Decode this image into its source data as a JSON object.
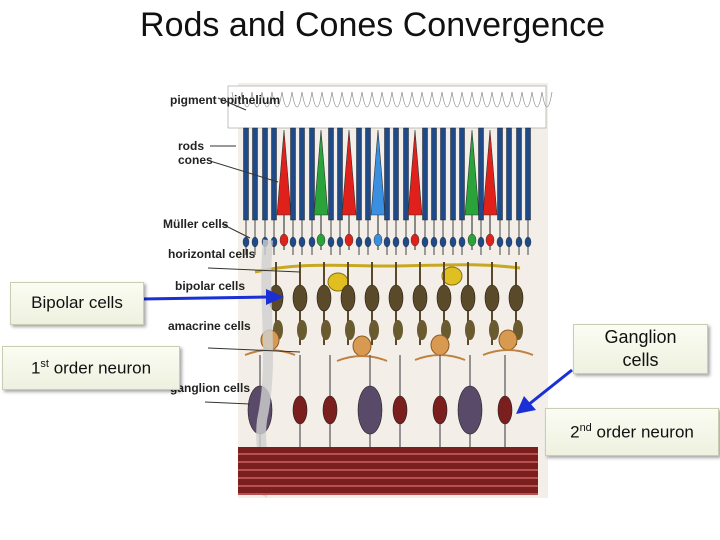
{
  "title": "Rods and Cones Convergence",
  "figure_labels": {
    "pigment_epithelium": "pigment epithelium",
    "rods": "rods",
    "cones": "cones",
    "muller_cells": "Müller cells",
    "horizontal_cells": "horizontal cells",
    "bipolar_cells": "bipolar cells",
    "amacrine_cells": "amacrine cells",
    "ganglion_cells": "ganglion cells"
  },
  "callouts": {
    "bipolar": "Bipolar cells",
    "first_order_base": "1",
    "first_order_sup": "st",
    "first_order_rest": " order neuron",
    "ganglion": "Ganglion cells",
    "second_order_base": "2",
    "second_order_sup": "nd",
    "second_order_rest": " order neuron"
  },
  "colors": {
    "arrow": "#1a2fd6",
    "rod": "#1f4a8a",
    "cone_red": "#e0201a",
    "cone_green": "#2aa33a",
    "cone_blue": "#3a8fe0",
    "bipolar": "#5a4a2a",
    "horizontal": "#e0c020",
    "ganglion": "#5a4a6a",
    "nerve_fiber": "#7a1e1e"
  }
}
